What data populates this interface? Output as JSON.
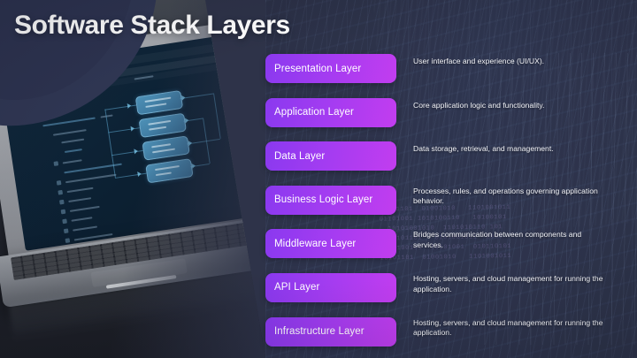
{
  "slide": {
    "title": "Software Stack Layers",
    "background_color": "#2e3349",
    "accent_gradient_from": "#8a39ef",
    "accent_gradient_to": "#c23def",
    "binary_texture": "10101101  01001010   1101001011\n01101001 1010100110   10100101\n  10101001010  1101010110 101\n1010101101   0101001011  1010\n 110100101  10101001  010110101\n10101101  01001010   1101001011"
  },
  "photo": {
    "alt": "laptop showing a dark diagram editor",
    "diagram_nodes": [
      "node-1",
      "node-2",
      "node-3",
      "node-4"
    ]
  },
  "layers": [
    {
      "name": "Presentation Layer",
      "description": "User interface and experience (UI/UX)."
    },
    {
      "name": "Application Layer",
      "description": "Core application logic and functionality."
    },
    {
      "name": "Data Layer",
      "description": "Data storage, retrieval, and management."
    },
    {
      "name": "Business Logic Layer",
      "description": "Processes, rules, and operations governing application behavior."
    },
    {
      "name": "Middleware Layer",
      "description": "Bridges communication between components and services."
    },
    {
      "name": "API Layer",
      "description": "Hosting, servers, and cloud management for running the application."
    },
    {
      "name": "Infrastructure Layer",
      "description": "Hosting, servers, and cloud management for running the application."
    }
  ]
}
